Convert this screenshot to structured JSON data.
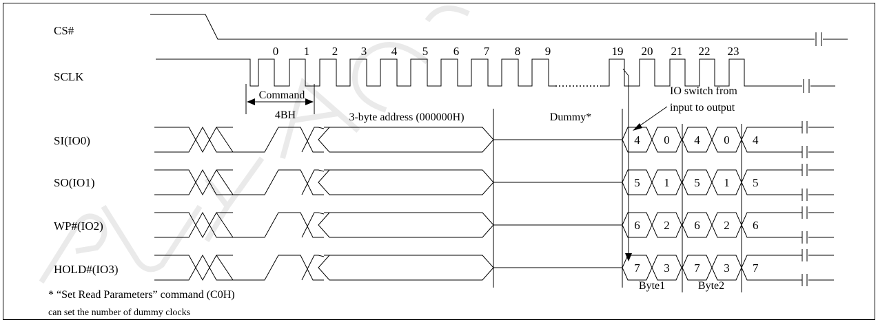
{
  "watermark": "PUYA CO",
  "signals": [
    {
      "key": "cs",
      "label": "CS#"
    },
    {
      "key": "sclk",
      "label": "SCLK"
    },
    {
      "key": "io0",
      "label": "SI(IO0)"
    },
    {
      "key": "io1",
      "label": "SO(IO1)"
    },
    {
      "key": "io2",
      "label": "WP#(IO2)"
    },
    {
      "key": "io3",
      "label": "HOLD#(IO3)"
    }
  ],
  "clock_numbers": [
    "0",
    "1",
    "2",
    "3",
    "4",
    "5",
    "6",
    "7",
    "8",
    "9",
    "19",
    "20",
    "21",
    "22",
    "23"
  ],
  "phases": {
    "command": "Command",
    "command_code": "4BH",
    "address": "3-byte address (000000H)",
    "dummy": "Dummy*"
  },
  "io_switch": {
    "line1": "IO switch from",
    "line2": "input to output"
  },
  "data_nibbles": {
    "io0": [
      "4",
      "0",
      "4",
      "0",
      "4"
    ],
    "io1": [
      "5",
      "1",
      "5",
      "1",
      "5"
    ],
    "io2": [
      "6",
      "2",
      "6",
      "2",
      "6"
    ],
    "io3": [
      "7",
      "3",
      "7",
      "3",
      "7"
    ]
  },
  "byte_labels": [
    "Byte1",
    "Byte2"
  ],
  "footnote": {
    "line1": "* “Set Read Parameters” command (C0H)",
    "line2": "can set the number of dummy clocks"
  }
}
